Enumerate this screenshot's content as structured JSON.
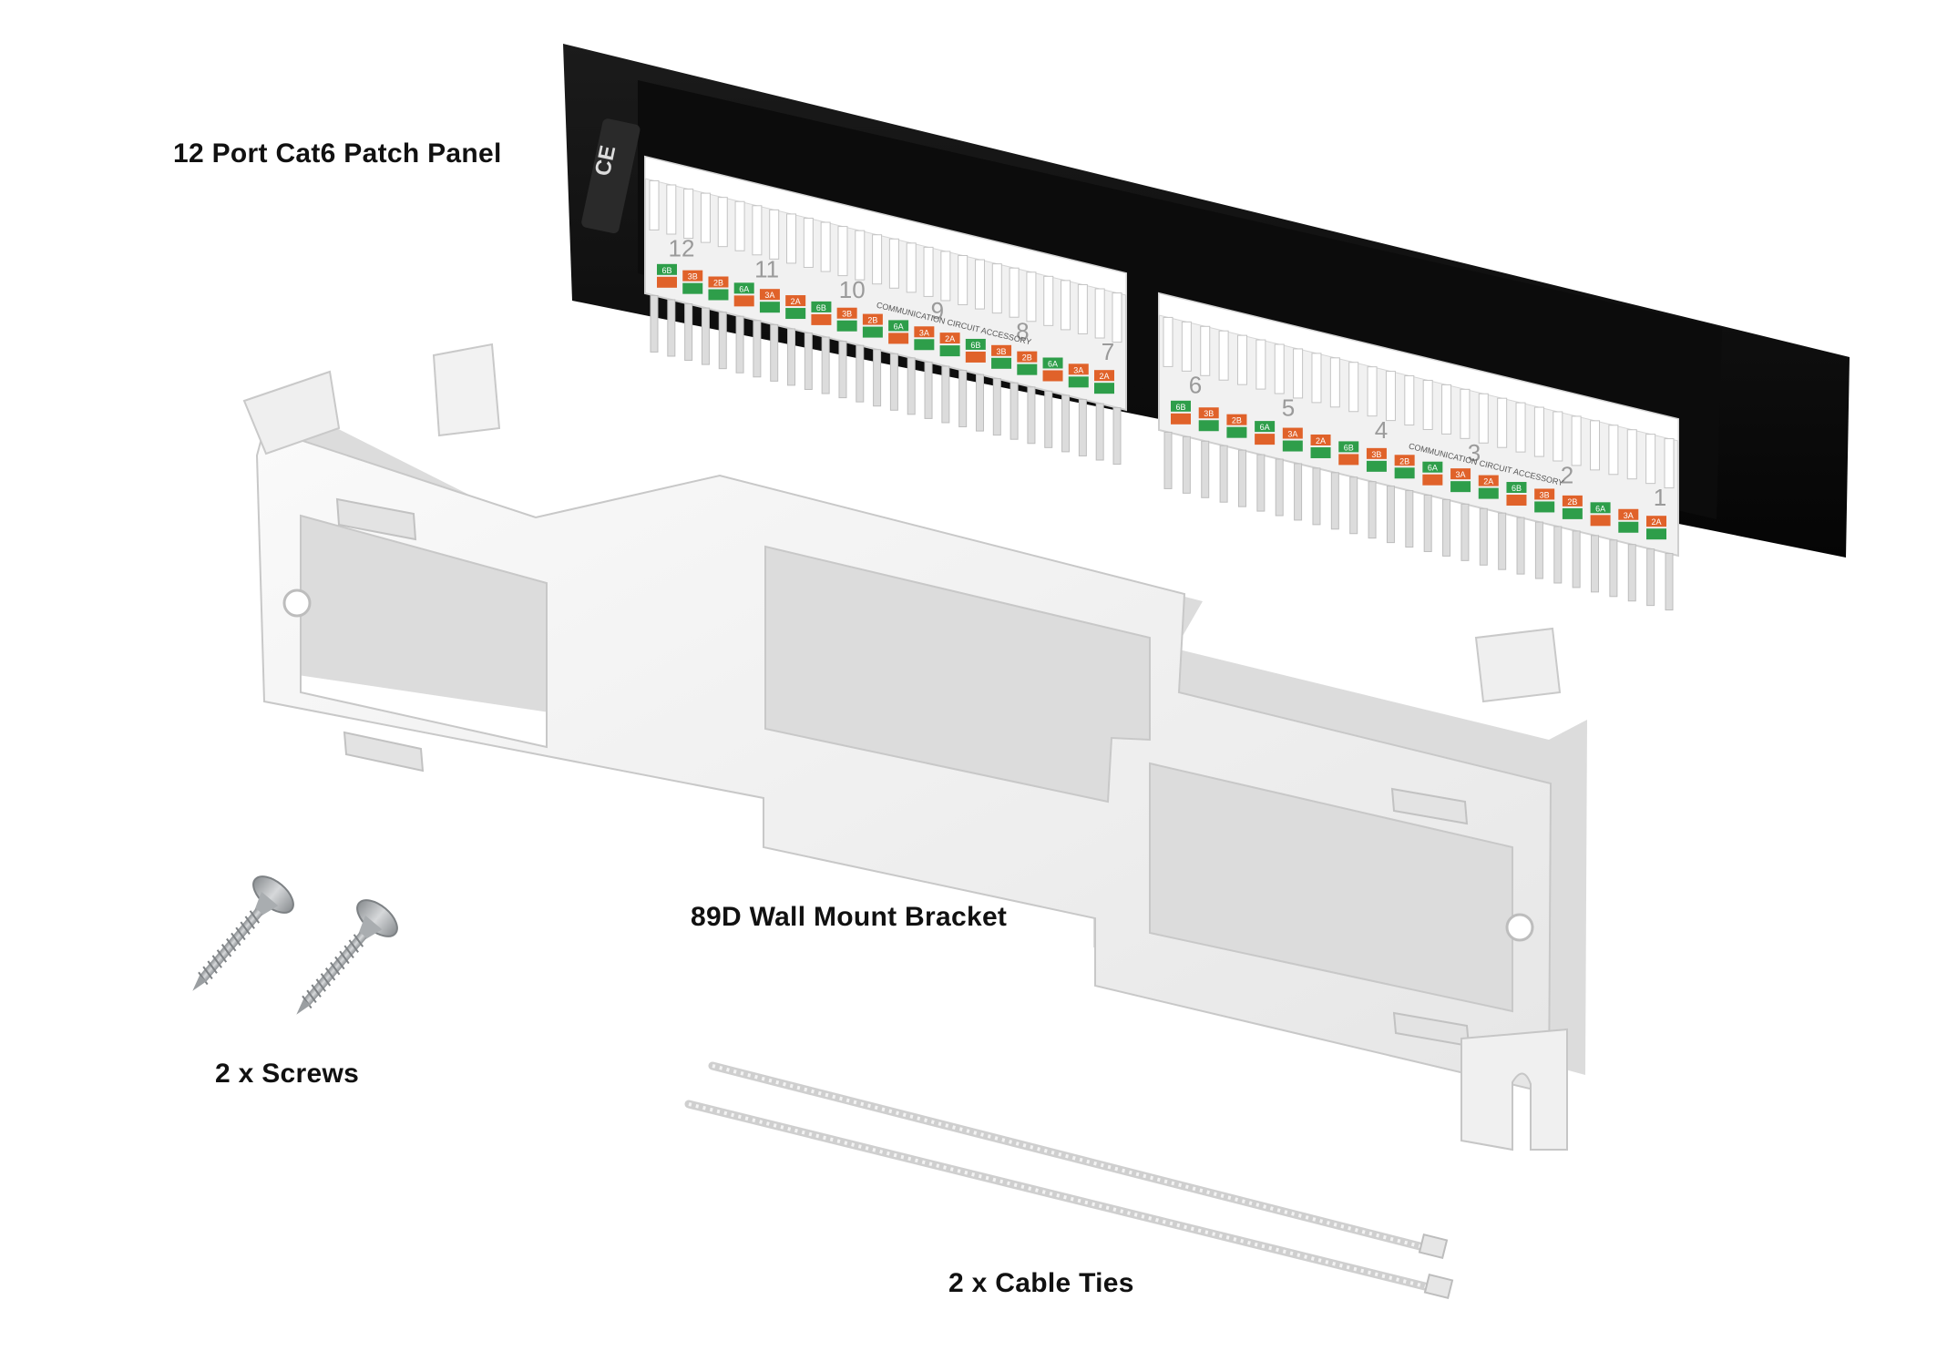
{
  "labels": {
    "patch_panel": "12 Port Cat6 Patch Panel",
    "bracket": "89D Wall Mount Bracket",
    "screws": "2 x Screws",
    "cable_ties": "2 x Cable Ties"
  },
  "patch_panel": {
    "port_numbers_left": [
      "12",
      "11",
      "10",
      "9",
      "8",
      "7"
    ],
    "port_numbers_right": [
      "6",
      "5",
      "4",
      "3",
      "2",
      "1"
    ],
    "color_tags": [
      "6B",
      "3B",
      "2B",
      "6A",
      "3A",
      "2A"
    ],
    "module_caption": "COMMUNICATION CIRCUIT ACCESSORY"
  },
  "colors": {
    "background": "#ffffff",
    "panel_black": "#111111",
    "module_white": "#f2f2f2",
    "tag_green": "#2e9e4a",
    "tag_orange": "#e0622a",
    "bracket_white": "#f4f4f4",
    "metal_grey": "#b9bcbf"
  },
  "icons": {
    "ce_mark": "ce-mark-icon",
    "screw": "screw-icon",
    "cable_tie": "cable-tie-icon"
  }
}
